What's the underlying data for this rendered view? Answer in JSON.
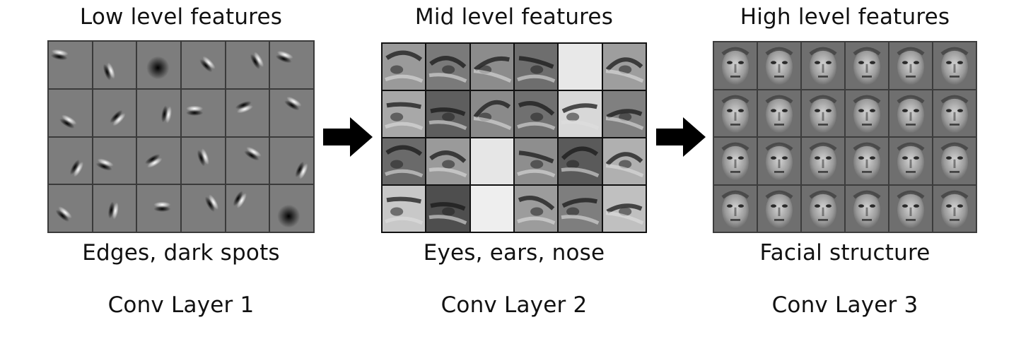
{
  "stages": [
    {
      "title": "Low level features",
      "caption": "Edges, dark spots",
      "layer": "Conv Layer 1"
    },
    {
      "title": "Mid level features",
      "caption": "Eyes, ears, nose",
      "layer": "Conv Layer 2"
    },
    {
      "title": "High level features",
      "caption": "Facial structure",
      "layer": "Conv Layer 3"
    }
  ],
  "colors": {
    "arrow": "#000000",
    "grid_line": "#2a2a2a"
  },
  "icons": {
    "arrow": "right-arrow-icon"
  }
}
